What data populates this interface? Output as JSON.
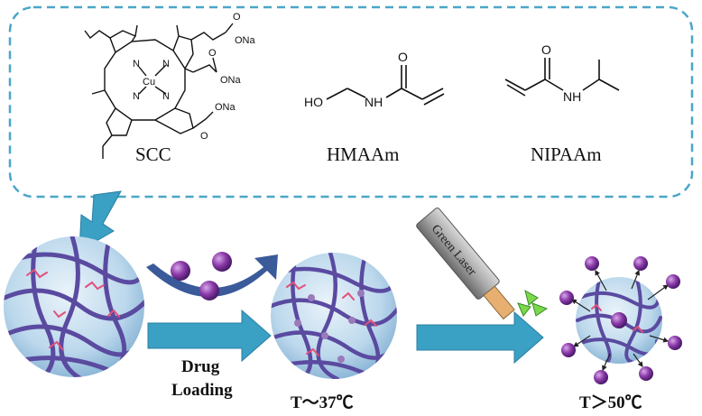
{
  "monomers": {
    "scc": {
      "name": "SCC",
      "metal": "Cu",
      "ring_n": [
        "N",
        "N",
        "N",
        "N"
      ],
      "groups": [
        "ONa",
        "ONa",
        "ONa"
      ],
      "oxygens": [
        "O",
        "O",
        "O"
      ]
    },
    "hmaam": {
      "name": "HMAAm",
      "atoms": {
        "ho": "HO",
        "nh": "NH",
        "o": "O"
      }
    },
    "nipaam": {
      "name": "NIPAAm",
      "atoms": {
        "nh": "NH",
        "o": "O"
      }
    }
  },
  "process": {
    "step_label_line1": "Drug",
    "step_label_line2": "Loading",
    "loaded_temp": "T～37℃",
    "release_temp": "T＞50℃",
    "laser_label": "Green Laser"
  },
  "colors": {
    "dashed_border": "#4aa6c8",
    "arrow": "#3aa0c4",
    "network": "#5a4aa0",
    "crosslink": "#e0507a",
    "sphere": "#bcd8ec",
    "drug": "#7a3a9a",
    "curve_arrow": "#3a5a9a",
    "laser_body": "#9a9a9a",
    "laser_beam": "#7ad84a"
  }
}
